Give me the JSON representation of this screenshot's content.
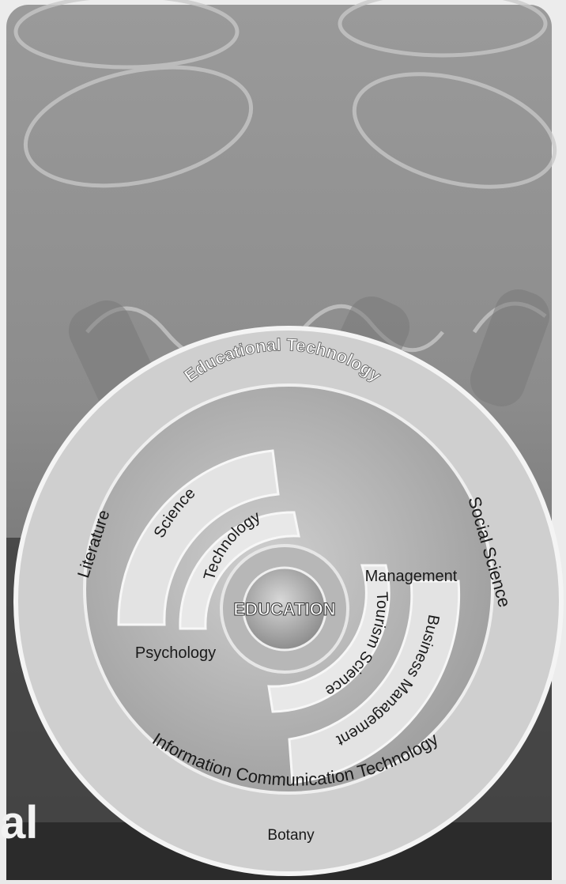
{
  "diagram": {
    "center_label": "EDUCATION",
    "outer_ring": {
      "top_label": "Educational Technology",
      "bottom_label": "Information Communication Technology",
      "left_label": "Literature",
      "right_label": "Social Science",
      "bottom_inner_label": "Botany"
    },
    "bands": {
      "science": "Science",
      "technology": "Technology",
      "tourism_science": "Tourism Science",
      "business_management": "Business Management"
    },
    "labels": {
      "psychology": "Psychology",
      "management": "Management"
    },
    "cover_text_fragment": "al"
  }
}
